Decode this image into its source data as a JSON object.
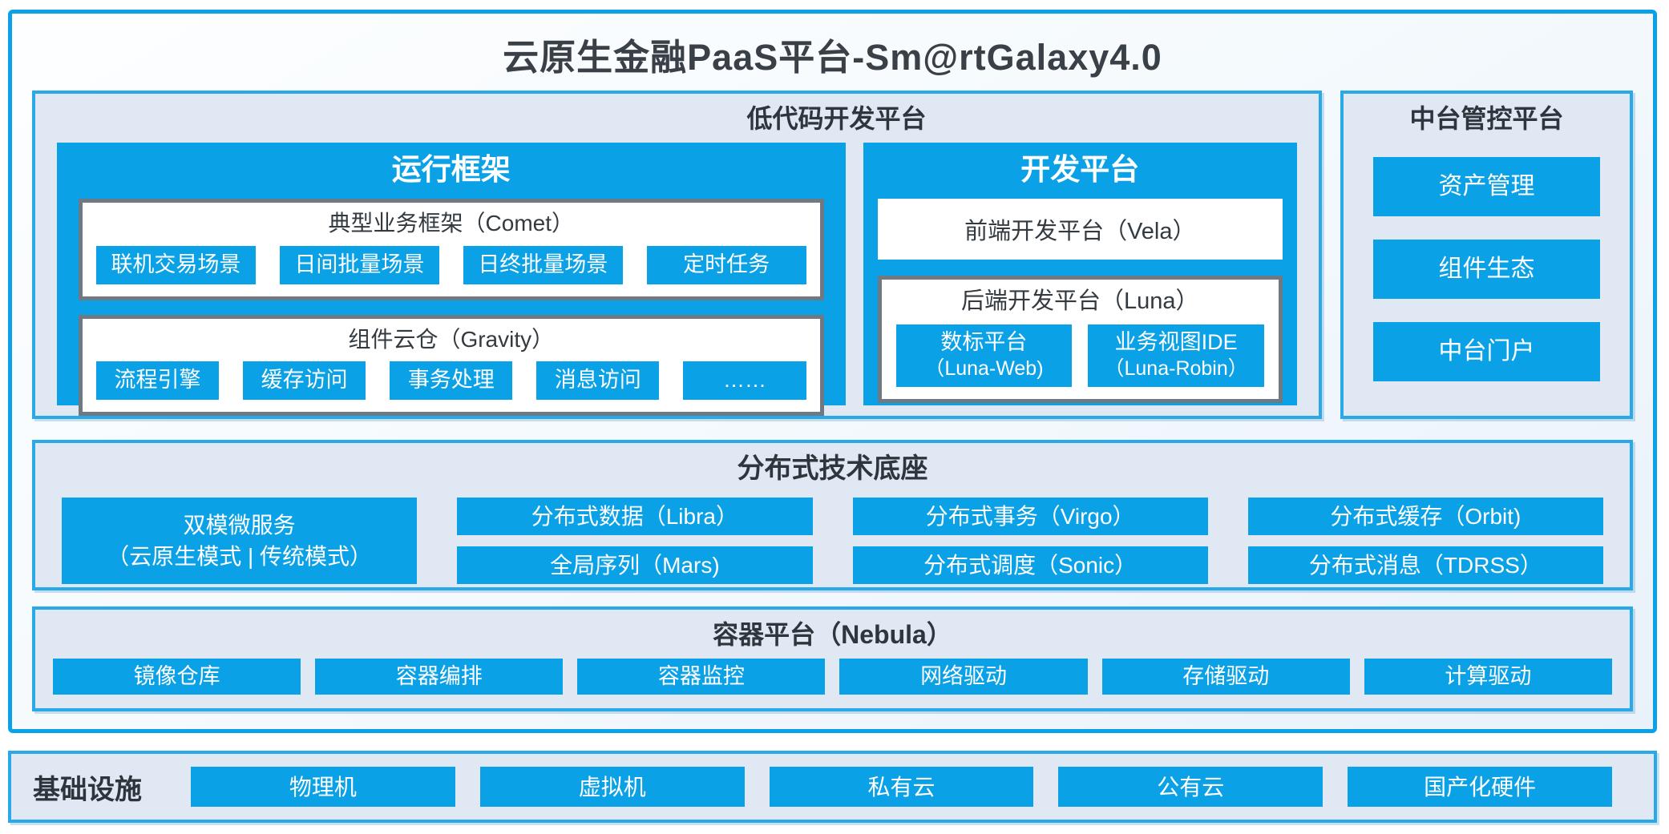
{
  "page_title": "云原生金融PaaS平台-Sm@rtGalaxy4.0",
  "colors": {
    "accent_blue": "#0AA1E6",
    "panel_background": "#DFE8F3",
    "panel_border_blue": "#29A9E8",
    "inner_box_border_gray": "#6E7983",
    "heading_text": "#2E353C",
    "chip_text": "#FFFFFF"
  },
  "low_code": {
    "title": "低代码开发平台",
    "runtime": {
      "title": "运行框架",
      "comet": {
        "title": "典型业务框架（Comet）",
        "items": [
          "联机交易场景",
          "日间批量场景",
          "日终批量场景",
          "定时任务"
        ]
      },
      "gravity": {
        "title": "组件云仓（Gravity）",
        "items": [
          "流程引擎",
          "缓存访问",
          "事务处理",
          "消息访问",
          "……"
        ]
      }
    },
    "dev": {
      "title": "开发平台",
      "vela_label": "前端开发平台（Vela）",
      "luna": {
        "title": "后端开发平台（Luna）",
        "items": [
          {
            "line1": "数标平台",
            "line2": "（Luna-Web)"
          },
          {
            "line1": "业务视图IDE",
            "line2": "（Luna-Robin）"
          }
        ]
      }
    }
  },
  "mid_platform": {
    "title": "中台管控平台",
    "items": [
      "资产管理",
      "组件生态",
      "中台门户"
    ]
  },
  "distributed": {
    "title": "分布式技术底座",
    "dual_mode": {
      "line1": "双模微服务",
      "line2": "（云原生模式 | 传统模式）"
    },
    "row1": [
      "分布式数据（Libra）",
      "分布式事务（Virgo）",
      "分布式缓存（Orbit)"
    ],
    "row2": [
      "全局序列（Mars)",
      "分布式调度（Sonic）",
      "分布式消息（TDRSS）"
    ]
  },
  "container_platform": {
    "title": "容器平台（Nebula）",
    "items": [
      "镜像仓库",
      "容器编排",
      "容器监控",
      "网络驱动",
      "存储驱动",
      "计算驱动"
    ]
  },
  "infrastructure": {
    "label": "基础设施",
    "items": [
      "物理机",
      "虚拟机",
      "私有云",
      "公有云",
      "国产化硬件"
    ]
  }
}
